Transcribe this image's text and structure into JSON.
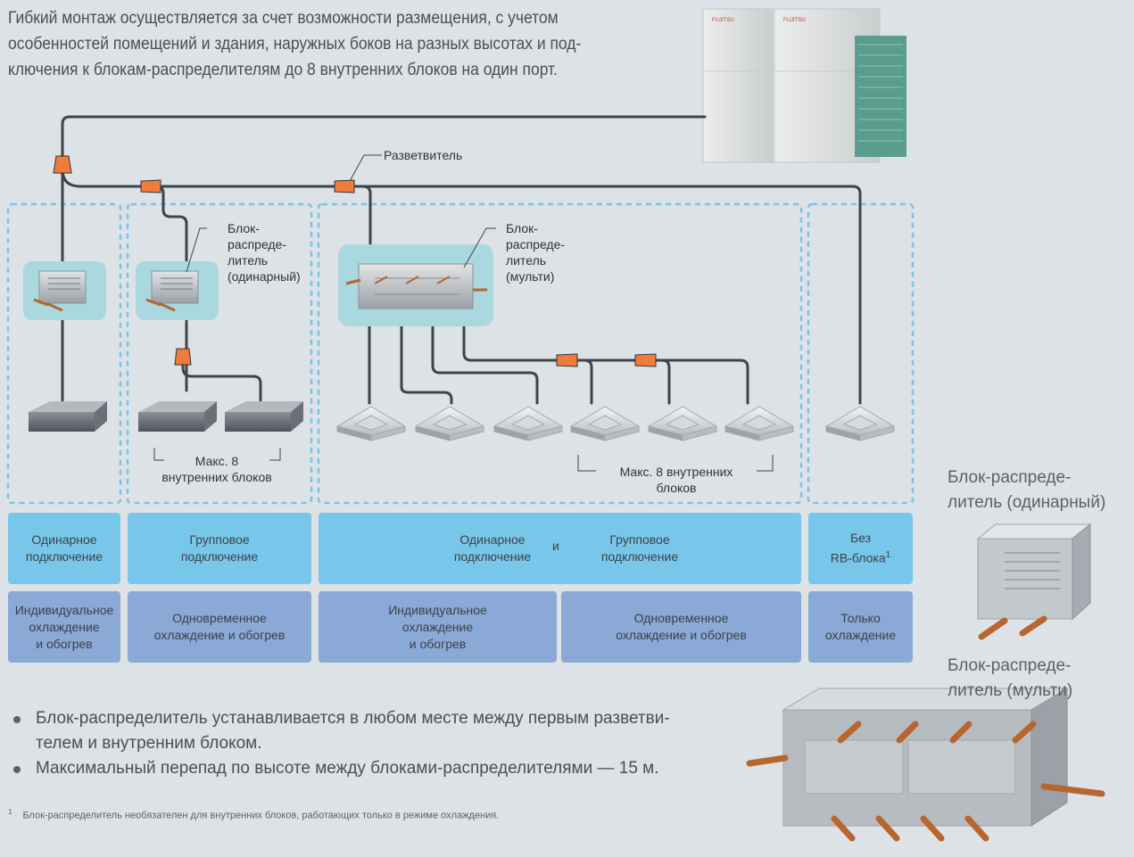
{
  "intro": {
    "line1": "Гибкий монтаж осуществляется за счет возможности размещения, с учетом",
    "line2": "особенностей помещений и здания, наружных боков на разных высотах и под-",
    "line3": "ключения к блокам-распределителям до 8 внутренних блоков на один порт."
  },
  "diagram": {
    "splitter_label": "Разветвитель",
    "rb_single_label": [
      "Блок-",
      "распреде-",
      "литель",
      "(одинарный)"
    ],
    "rb_multi_label": [
      "Блок-",
      "распреде-",
      "литель",
      "(мульти)"
    ],
    "max8_group": [
      "Макс. 8",
      "внутренних блоков"
    ],
    "max8_multi": [
      "Макс. 8 внутренних",
      "блоков"
    ],
    "outdoor_brand": "FUJITSU"
  },
  "connection_row": {
    "single": [
      "Одинарное",
      "подключение"
    ],
    "group": [
      "Групповое",
      "подключение"
    ],
    "combined_single": [
      "Одинарное",
      "подключение"
    ],
    "combined_and": "и",
    "combined_group": [
      "Групповое",
      "подключение"
    ],
    "no_rb": "Без",
    "no_rb_2": "RB-блока",
    "no_rb_sup": "1"
  },
  "mode_row": {
    "individual": [
      "Индивидуальное",
      "охлаждение",
      "и обогрев"
    ],
    "simultaneous": [
      "Одновременное",
      "охлаждение и обогрев"
    ],
    "individual2": [
      "Индивидуальное",
      "охлаждение",
      "и обогрев"
    ],
    "simultaneous2": [
      "Одновременное",
      "охлаждение и обогрев"
    ],
    "cooling_only": [
      "Только",
      "охлаждение"
    ]
  },
  "side": {
    "single_caption": [
      "Блок-распреде-",
      "литель (одинарный)"
    ],
    "multi_caption": [
      "Блок-распреде-",
      "литель (мульти)"
    ]
  },
  "bullets": [
    "Блок-распределитель устанавливается в любом месте между первым разветви-",
    "телем и внутренним блоком.",
    "Максимальный перепад по высоте между блоками-распределителями — 15 м."
  ],
  "footnote": {
    "mark": "1",
    "text": "Блок-распределитель необязателен для внутренних блоков, работающих только в режиме охлаждения."
  },
  "colors": {
    "pipe": "#3f444a",
    "splitter": "#f07c3c",
    "zone_border": "#7cc3e6",
    "row1": "#78c6ea",
    "row2": "#8aa9d6",
    "rb_bg": "#a9d8df"
  }
}
